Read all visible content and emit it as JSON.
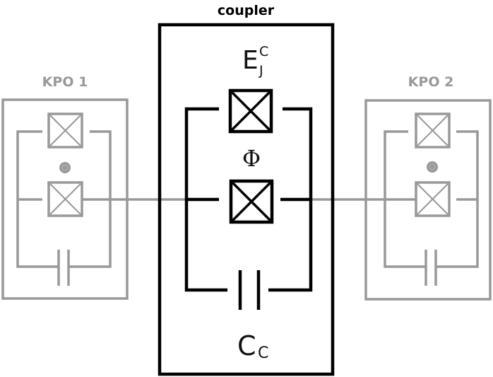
{
  "title": "Coupled KPO circuit diagram",
  "colors": {
    "kpo": "#999999",
    "coupler": "#000000",
    "background": "#ffffff"
  },
  "labels": {
    "coupler": "coupler",
    "kpo1": "KPO 1",
    "kpo2": "KPO 2",
    "ej_main": "E",
    "ej_sup": "C",
    "ej_sub": "J",
    "phi": "Φ",
    "cc_main": "C",
    "cc_sub": "C"
  },
  "components": {
    "kpo1": [
      "josephson-junction",
      "flux-bias-dot",
      "josephson-junction",
      "capacitor"
    ],
    "coupler": [
      "josephson-junction",
      "flux-Φ",
      "josephson-junction",
      "capacitor"
    ],
    "kpo2": [
      "josephson-junction",
      "flux-bias-dot",
      "josephson-junction",
      "capacitor"
    ]
  }
}
